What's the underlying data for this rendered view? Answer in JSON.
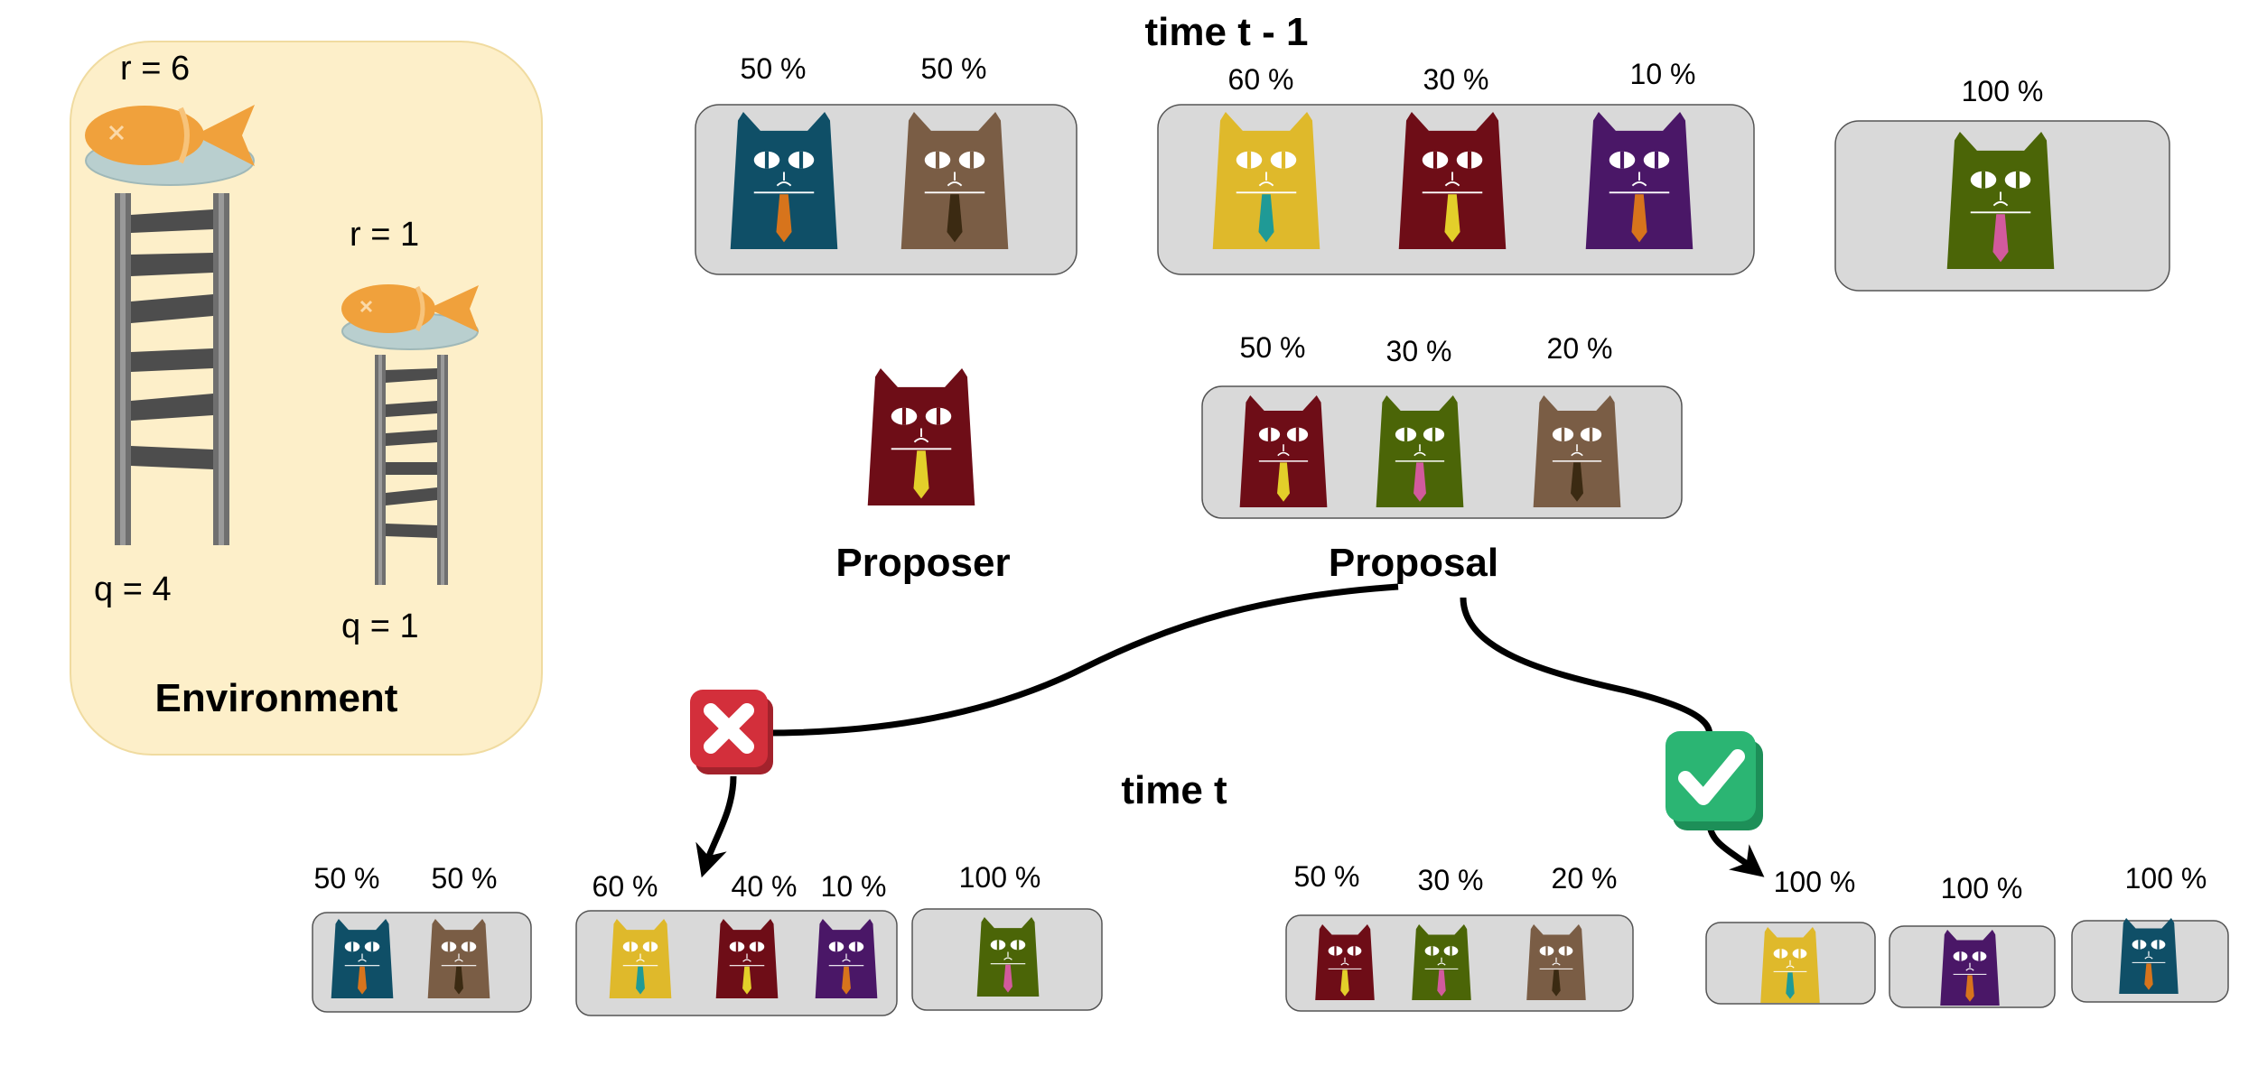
{
  "colors": {
    "environment_bg": "#fdefc9",
    "panel_bg": "#d9d9d9",
    "reject": "#d32f3b",
    "accept": "#2bb573",
    "fish": "#f0a13c",
    "teal": "#0f4f67",
    "brown": "#7a5d45",
    "yellow": "#dfb92b",
    "red": "#6e0d17",
    "purple": "#4a1767",
    "green": "#4b6507",
    "tie_orange": "#d7741c",
    "tie_dark": "#3b2a12",
    "tie_teal": "#1f9a96",
    "tie_yellow": "#e3cf2a",
    "tie_pink": "#d25a9d"
  },
  "labels": {
    "time_prev": "time t - 1",
    "time_now": "time t",
    "proposer": "Proposer",
    "proposal": "Proposal",
    "environment": "Environment"
  },
  "environment": {
    "fish_big_reward": "r = 6",
    "fish_small_reward": "r = 1",
    "ladder_big_cost": "q = 4",
    "ladder_small_cost": "q = 1"
  },
  "icons": {
    "reject": "x-mark-icon",
    "accept": "check-mark-icon",
    "agent": "cat-icon",
    "reward": "fish-icon",
    "cost": "ladder-icon"
  },
  "top_coalitions": [
    {
      "members": [
        {
          "color": "teal",
          "tie": "tie_orange",
          "pct": "50 %"
        },
        {
          "color": "brown",
          "tie": "tie_dark",
          "pct": "50 %"
        }
      ]
    },
    {
      "members": [
        {
          "color": "yellow",
          "tie": "tie_teal",
          "pct": "60 %"
        },
        {
          "color": "red",
          "tie": "tie_yellow",
          "pct": "30 %"
        },
        {
          "color": "purple",
          "tie": "tie_orange",
          "pct": "10 %"
        }
      ]
    },
    {
      "members": [
        {
          "color": "green",
          "tie": "tie_pink",
          "pct": "100 %"
        }
      ]
    }
  ],
  "proposer": {
    "color": "red",
    "tie": "tie_yellow"
  },
  "proposal": {
    "members": [
      {
        "color": "red",
        "tie": "tie_yellow",
        "pct": "50 %"
      },
      {
        "color": "green",
        "tie": "tie_pink",
        "pct": "30 %"
      },
      {
        "color": "brown",
        "tie": "tie_dark",
        "pct": "20 %"
      }
    ]
  },
  "rejected_outcome": [
    {
      "members": [
        {
          "color": "teal",
          "tie": "tie_orange",
          "pct": "50 %"
        },
        {
          "color": "brown",
          "tie": "tie_dark",
          "pct": "50 %"
        }
      ]
    },
    {
      "members": [
        {
          "color": "yellow",
          "tie": "tie_teal",
          "pct": "60 %"
        },
        {
          "color": "red",
          "tie": "tie_yellow",
          "pct": "40 %"
        },
        {
          "color": "purple",
          "tie": "tie_orange",
          "pct": "10 %"
        }
      ]
    },
    {
      "members": [
        {
          "color": "green",
          "tie": "tie_pink",
          "pct": "100 %"
        }
      ]
    }
  ],
  "accepted_outcome": [
    {
      "members": [
        {
          "color": "red",
          "tie": "tie_yellow",
          "pct": "50 %"
        },
        {
          "color": "green",
          "tie": "tie_pink",
          "pct": "30 %"
        },
        {
          "color": "brown",
          "tie": "tie_dark",
          "pct": "20 %"
        }
      ]
    },
    {
      "members": [
        {
          "color": "yellow",
          "tie": "tie_teal",
          "pct": "100 %"
        }
      ]
    },
    {
      "members": [
        {
          "color": "purple",
          "tie": "tie_orange",
          "pct": "100 %"
        }
      ]
    },
    {
      "members": [
        {
          "color": "teal",
          "tie": "tie_orange",
          "pct": "100 %"
        }
      ]
    }
  ]
}
